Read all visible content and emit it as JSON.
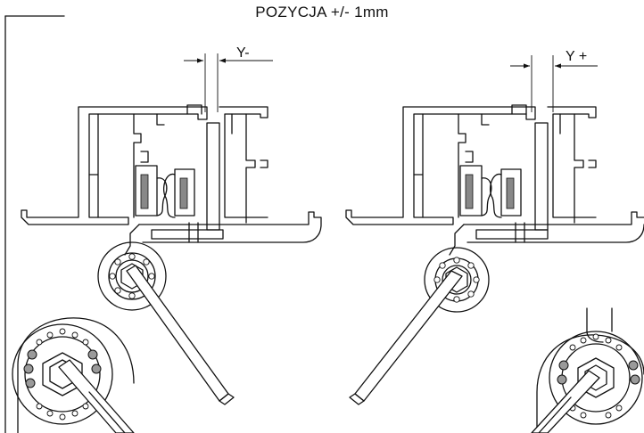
{
  "title": "POZYCJA +/- 1mm",
  "left_dimension_label": "Y-",
  "right_dimension_label": "Y +"
}
